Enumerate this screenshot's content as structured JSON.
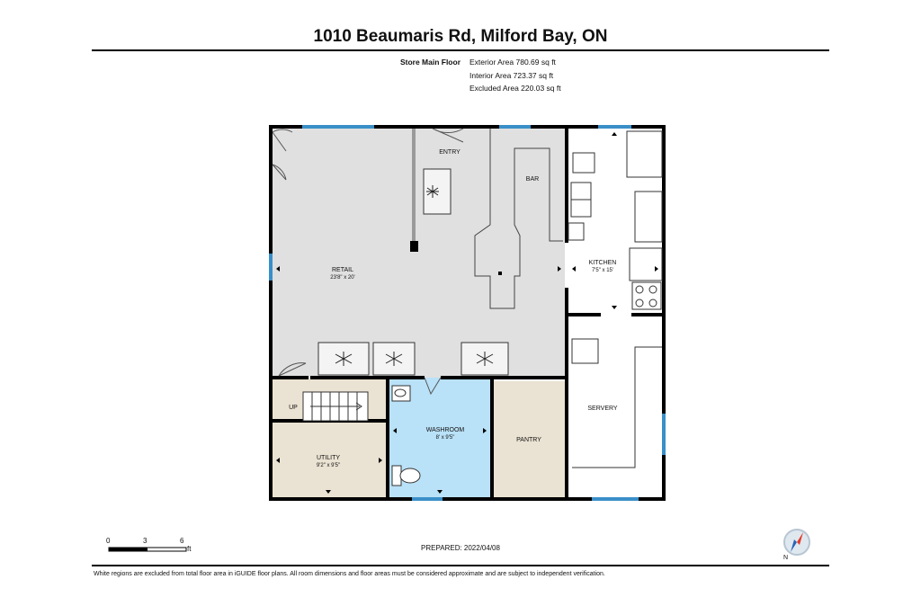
{
  "header": {
    "title": "1010 Beaumaris Rd, Milford Bay, ON",
    "floor_name": "Store Main Floor",
    "areas": [
      "Exterior Area 780.69 sq ft",
      "Interior Area 723.37 sq ft",
      "Excluded Area 220.03 sq ft"
    ]
  },
  "rooms": {
    "entry": {
      "label": "ENTRY"
    },
    "bar": {
      "label": "BAR"
    },
    "retail": {
      "label": "RETAIL",
      "dims": "23'8\" x 20'"
    },
    "kitchen": {
      "label": "KITCHEN",
      "dims": "7'5\" x 15'"
    },
    "servery": {
      "label": "SERVERY"
    },
    "utility": {
      "label": "UTILITY",
      "dims": "9'2\" x 9'5\""
    },
    "washroom": {
      "label": "WASHROOM",
      "dims": "8' x 9'5\""
    },
    "pantry": {
      "label": "PANTRY"
    },
    "up": {
      "label": "UP"
    }
  },
  "scale": {
    "ticks": [
      "0",
      "3",
      "6"
    ],
    "unit": "ft"
  },
  "prepared": "PREPARED: 2022/04/08",
  "disclaimer": "White regions are excluded from total floor area in iGUIDE floor plans. All room dimensions and floor areas must be considered approximate and are subject to independent verification.",
  "colors": {
    "wall": "#000000",
    "window": "#3a8fc8",
    "retail_fill": "#e0e0e0",
    "utility_fill": "#eae2d2",
    "washroom_fill": "#b9e1f7",
    "pantry_fill": "#eae2d2",
    "excluded_fill": "#ffffff"
  },
  "icons": [
    "ceiling-fan-icon",
    "toilet-icon",
    "sink-icon",
    "stove-icon",
    "compass-icon",
    "north-arrow-icon"
  ]
}
